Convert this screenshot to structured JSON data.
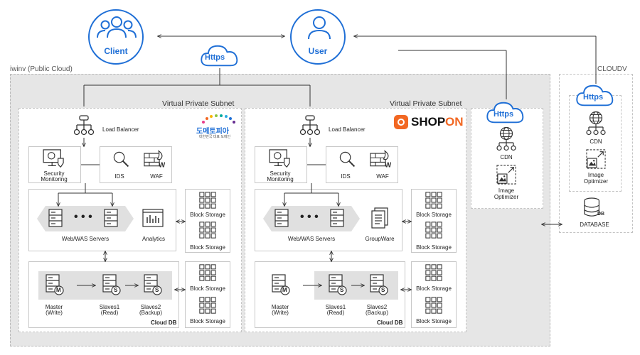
{
  "top": {
    "client": "Client",
    "user": "User",
    "https": "Https"
  },
  "public_cloud": {
    "title": "iwinv (Public Cloud)",
    "subnet_left": "Virtual Private Subnet",
    "subnet_right": "Virtual Private Subnet"
  },
  "cloudv": {
    "title": "CLOUDV",
    "https": "Https",
    "cdn": "CDN",
    "image_optimizer_1": "Image",
    "image_optimizer_2": "Optimizer",
    "db_badge": "DB",
    "database": "DATABASE"
  },
  "edge": {
    "https": "Https",
    "cdn": "CDN",
    "image_optimizer_1": "Image",
    "image_optimizer_2": "Optimizer"
  },
  "left": {
    "logo_main": "도메토피아",
    "logo_sub": "대한민국 대표 도메인",
    "load_balancer": "Load Balancer",
    "security_1": "Security",
    "security_2": "Monitoring",
    "ids": "IDS",
    "waf": "WAF",
    "web_was": "Web/WAS Servers",
    "side_app": "Analytics",
    "block_storage": "Block Storage",
    "master_1": "Master",
    "master_2": "(Write)",
    "slave1_1": "Slaves1",
    "slave1_2": "(Read)",
    "slave2_1": "Slaves2",
    "slave2_2": "(Backup)",
    "cloud_db": "Cloud DB"
  },
  "right": {
    "logo_text": "SHOP",
    "logo_on": "ON",
    "load_balancer": "Load Balancer",
    "security_1": "Security",
    "security_2": "Monitoring",
    "ids": "IDS",
    "waf": "WAF",
    "web_was": "Web/WAS Servers",
    "side_app": "GroupWare",
    "block_storage": "Block Storage",
    "master_1": "Master",
    "master_2": "(Write)",
    "slave1_1": "Slaves1",
    "slave1_2": "(Read)",
    "slave2_1": "Slaves2",
    "slave2_2": "(Backup)",
    "cloud_db": "Cloud DB"
  },
  "colors": {
    "accent": "#1f6fd6",
    "shopon": "#f26722",
    "zone_grey": "#e6e6e6"
  }
}
